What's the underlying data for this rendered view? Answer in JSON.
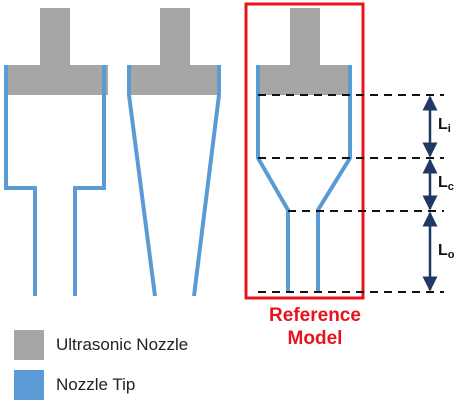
{
  "colors": {
    "nozzle_gray": "#a6a6a6",
    "tip_blue": "#5b9bd5",
    "reference_red": "#e8141c",
    "dimension_navy": "#1f3864"
  },
  "reference": {
    "line1": "Reference",
    "line2": "Model"
  },
  "legend": {
    "ultrasonic_nozzle": "Ultrasonic Nozzle",
    "nozzle_tip": "Nozzle Tip"
  },
  "dimensions": [
    {
      "symbol": "L",
      "subscript": "i"
    },
    {
      "symbol": "L",
      "subscript": "c"
    },
    {
      "symbol": "L",
      "subscript": "o"
    }
  ]
}
